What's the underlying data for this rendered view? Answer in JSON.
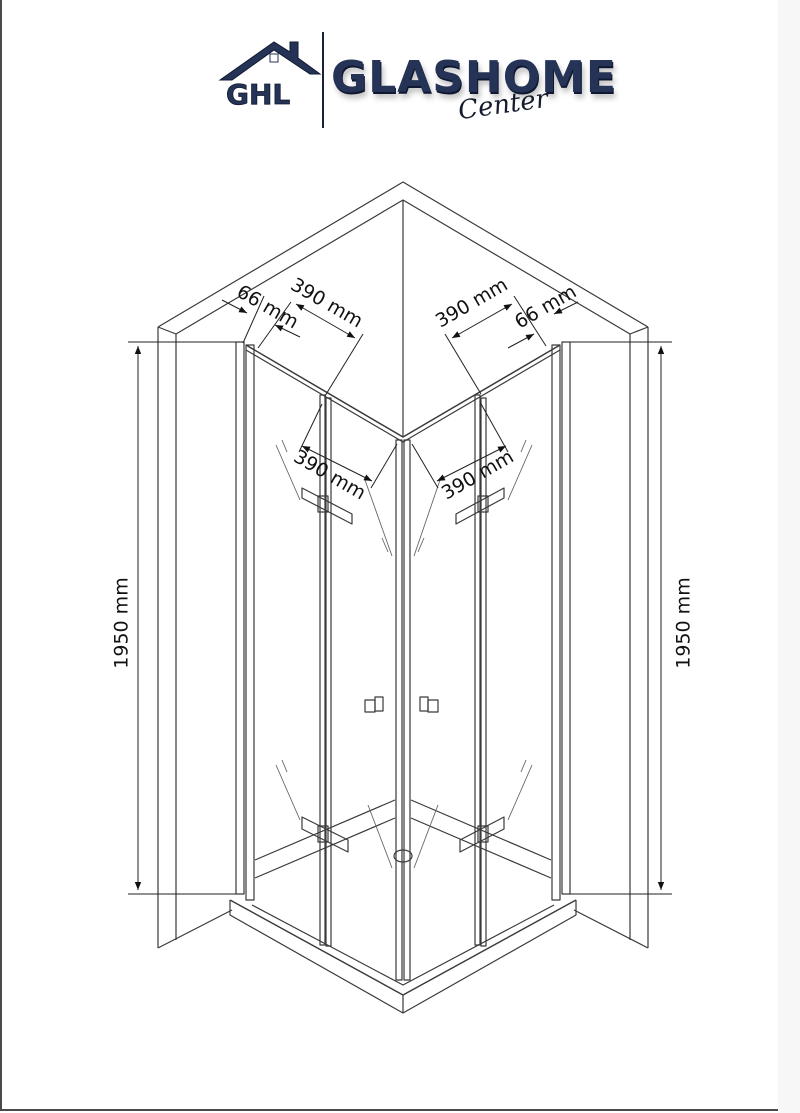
{
  "brand": {
    "name": "GLASHOME",
    "script": "Center",
    "monogram": "GHL",
    "color_primary": "#253357",
    "color_dark": "#151c2e"
  },
  "diagram": {
    "subject": "corner shower enclosure with bi-fold doors",
    "line_color": "#333333",
    "dimensions": {
      "top_left_fixed": "66 mm",
      "top_left_panel": "390 mm",
      "top_right_panel": "390 mm",
      "top_right_fixed": "66 mm",
      "mid_left_panel": "390 mm",
      "mid_right_panel": "390 mm",
      "height_left": "1950 mm",
      "height_right": "1950 mm"
    }
  }
}
